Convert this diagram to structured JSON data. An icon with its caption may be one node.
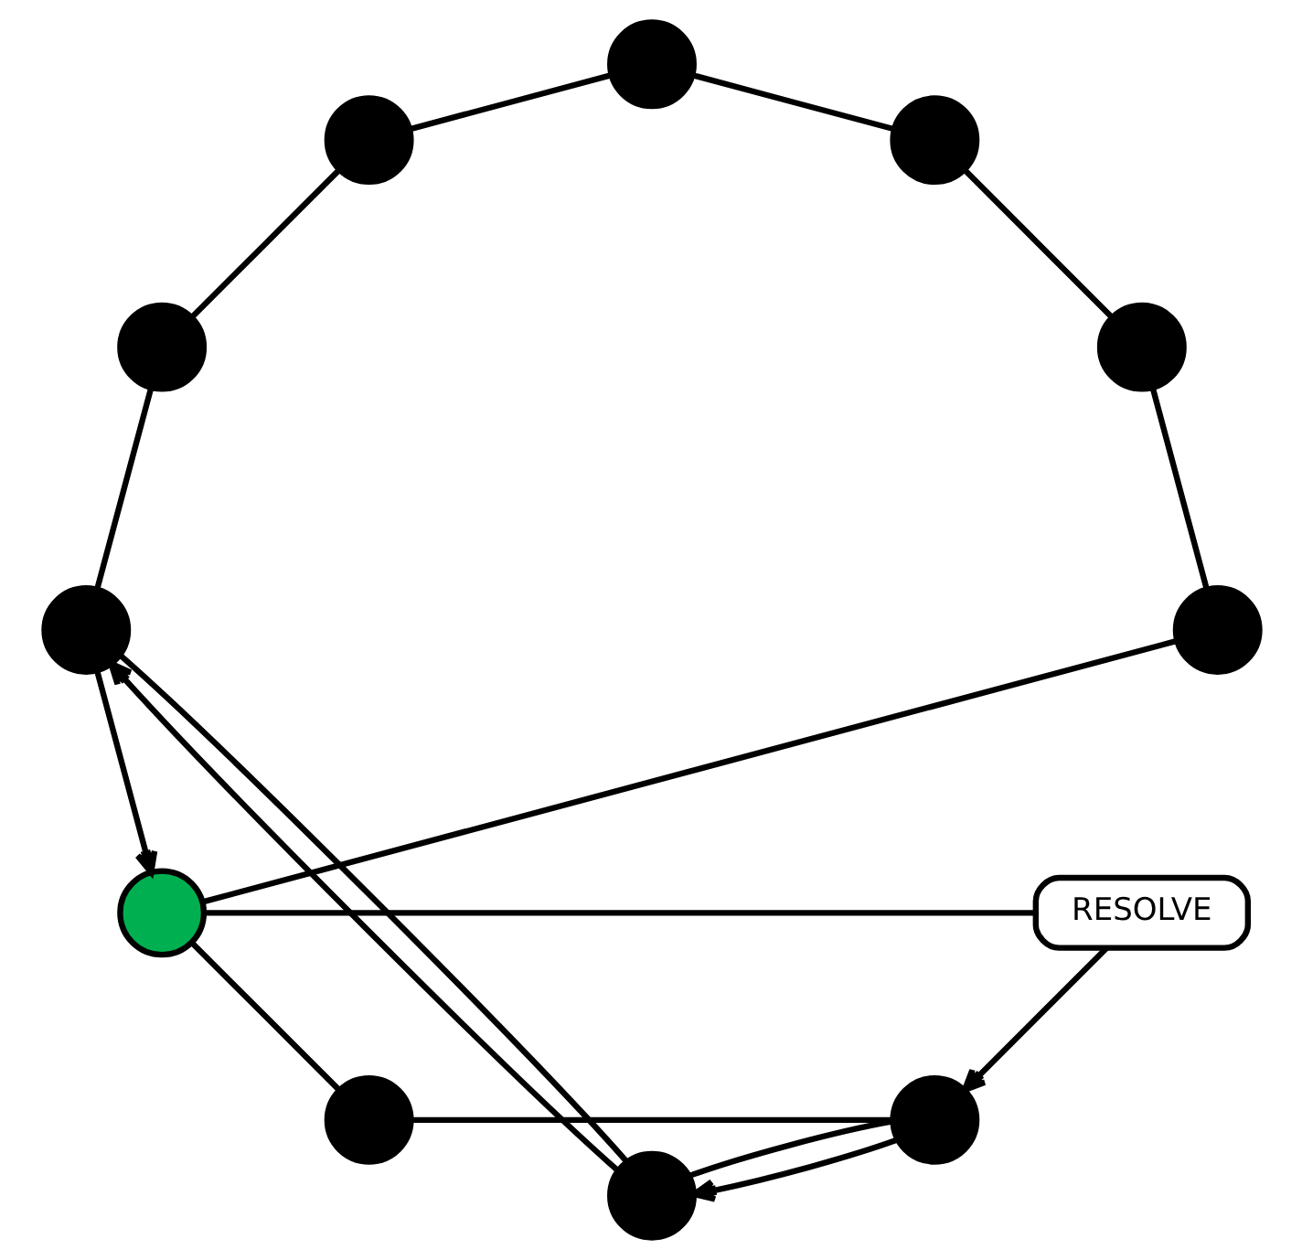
{
  "diagram": {
    "nodes": [
      {
        "text": [],
        "shape": "circle"
      },
      {
        "text": [],
        "shape": "circle"
      },
      {
        "text": [
          "RESOLVE"
        ]
      },
      {
        "text": [],
        "shape": "circle"
      },
      {
        "text": [],
        "shape": "circle"
      },
      {
        "text": [],
        "shape": "circle"
      },
      {
        "text": [],
        "shape": "circle"
      },
      {
        "text": [],
        "shape": "circle"
      },
      {
        "text": [],
        "shape": "circle"
      },
      {
        "text": [],
        "shape": "circle"
      },
      {
        "text": [],
        "shape": "circle"
      },
      {
        "text": [],
        "shape": "circle"
      }
    ],
    "edges": [
      {
        "from": 0,
        "to": 4,
        "arrow": "none"
      },
      {
        "from": 4,
        "to": 6,
        "arrow": "none"
      },
      {
        "from": 6,
        "to": 8,
        "arrow": "none"
      },
      {
        "from": 8,
        "to": 10,
        "arrow": "none"
      },
      {
        "from": 10,
        "to": 11,
        "arrow": "none"
      },
      {
        "from": 11,
        "to": 9,
        "arrow": "none"
      },
      {
        "from": 9,
        "to": 7,
        "arrow": "none"
      },
      {
        "from": 7,
        "to": 5,
        "arrow": "none"
      },
      {
        "from": 5,
        "to": 3,
        "arrow": "none"
      },
      {
        "from": 3,
        "to": 1,
        "arrow": "none"
      },
      {
        "from": 1,
        "to": 0,
        "arrow": "none"
      },
      {
        "from": 4,
        "to": 2,
        "arrow": "none"
      },
      {
        "from": 2,
        "to": 1,
        "arrow": "to"
      },
      {
        "from": 1,
        "to": 3,
        "arrow": "to"
      },
      {
        "from": 3,
        "to": 5,
        "arrow": "to"
      },
      {
        "from": 5,
        "to": 4,
        "arrow": "to"
      }
    ]
  }
}
